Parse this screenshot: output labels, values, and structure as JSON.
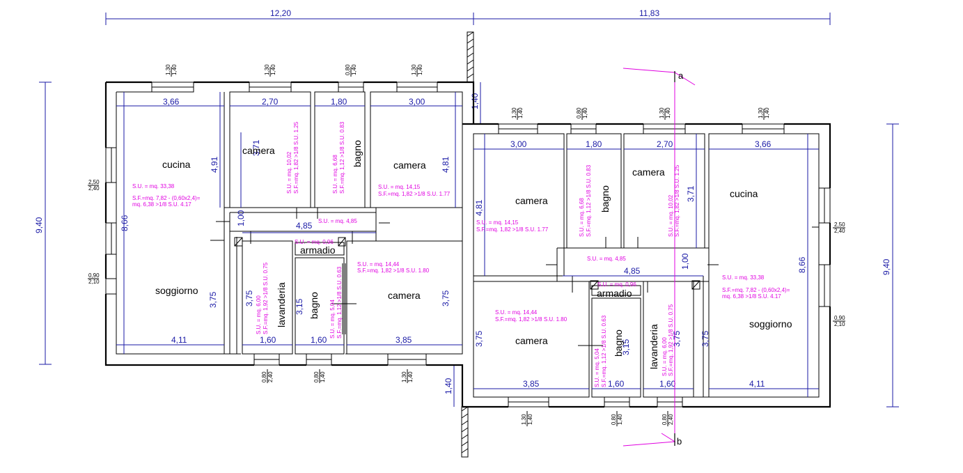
{
  "overall": {
    "left_width": "12,20",
    "right_width": "11,83",
    "left_height": "9,40",
    "right_height": "9,40"
  },
  "section_marks": {
    "top": "a",
    "bottom": "b"
  },
  "rooms": {
    "camera": "camera",
    "bagno": "bagno",
    "cucina": "cucina",
    "soggiorno": "soggiorno",
    "lavanderia": "lavanderia",
    "armadio": "armadio"
  },
  "dims": {
    "d366": "3,66",
    "d270": "2,70",
    "d180": "1,80",
    "d300": "3,00",
    "d491": "4,91",
    "d371": "3,71",
    "d481": "4,81",
    "d866": "8,66",
    "d485": "4,85",
    "d100": "1,00",
    "d375": "3,75",
    "d315": "3,15",
    "d160": "1,60",
    "d411": "4,11",
    "d385": "3,85",
    "d140": "1,40"
  },
  "windows": {
    "w130": "1,30",
    "w140": "1,40",
    "w080": "0,80",
    "w240": "2,40",
    "w250": "2,50",
    "w090": "0,90",
    "w210": "2,10"
  },
  "areas": {
    "cucina_su": "S.U. = mq. 33,38",
    "cucina_sf1": "S.F.=mq. 7,82 - (0,60x2,4)=",
    "cucina_sf2": "mq. 6,38 >1/8 S.U. 4.17",
    "camera1_su": "S.U. = mq. 10,02",
    "camera1_sf": "S.F.=mq. 1,82 >1/8 S.U. 1.25",
    "bagno1_su": "S.U. = mq. 6,68",
    "bagno1_sf": "S.F.=mq. 1,12 >1/8 S.U. 0.83",
    "camera2_su": "S.U. = mq. 14,15",
    "camera2_sf": "S.F.=mq. 1,82 >1/8 S.U. 1.77",
    "corr_su": "S.U. = mq. 4,85",
    "arm_su": "S.U. = mq. 0,96",
    "camera3_su": "S.U. = mq. 14,44",
    "camera3_sf": "S.F.=mq. 1,82 >1/8 S.U. 1.80",
    "lav_su": "S.U. = mq. 6,00",
    "lav_sf": "S.F.=mq. 1,92 >1/8 S.U. 0.75",
    "bagno2_su": "S.U. = mq. 5,04",
    "bagno2_sf": "S.F.=mq. 1,12 >1/8 S.U. 0.63"
  }
}
